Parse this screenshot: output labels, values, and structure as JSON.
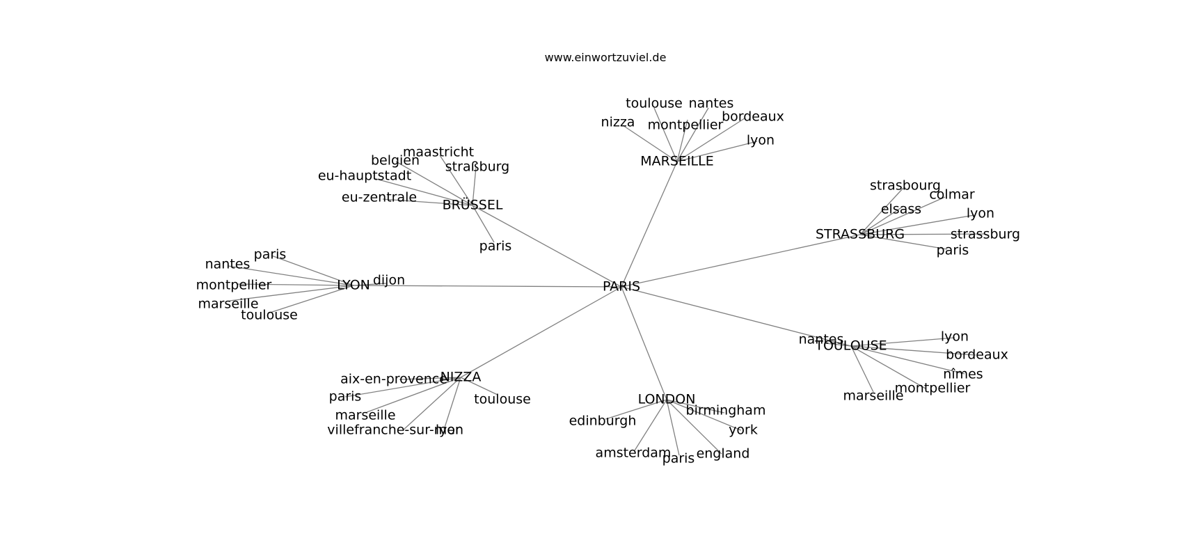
{
  "title": "www.einwortzuviel.de",
  "colors": {
    "edge": "#808080",
    "text": "#000000",
    "background": "#ffffff"
  },
  "graph": {
    "center": "PARIS",
    "clusters": [
      {
        "hub": "MARSEILLE",
        "leaves": [
          "toulouse",
          "nantes",
          "nizza",
          "montpellier",
          "bordeaux",
          "lyon"
        ]
      },
      {
        "hub": "BRÜSSEL",
        "leaves": [
          "maastricht",
          "belgien",
          "straßburg",
          "eu-hauptstadt",
          "eu-zentrale",
          "paris"
        ]
      },
      {
        "hub": "STRASSBURG",
        "leaves": [
          "strasbourg",
          "colmar",
          "elsass",
          "lyon",
          "strassburg",
          "paris"
        ]
      },
      {
        "hub": "LYON",
        "leaves": [
          "paris",
          "nantes",
          "montpellier",
          "marseille",
          "toulouse",
          "dijon"
        ]
      },
      {
        "hub": "TOULOUSE",
        "leaves": [
          "nantes",
          "lyon",
          "bordeaux",
          "nîmes",
          "montpellier",
          "marseille"
        ]
      },
      {
        "hub": "NIZZA",
        "leaves": [
          "aix-en-provence",
          "paris",
          "marseille",
          "villefranche-sur-mer",
          "lyon",
          "toulouse"
        ]
      },
      {
        "hub": "LONDON",
        "leaves": [
          "edinburgh",
          "birmingham",
          "york",
          "amsterdam",
          "paris",
          "england"
        ]
      }
    ]
  }
}
